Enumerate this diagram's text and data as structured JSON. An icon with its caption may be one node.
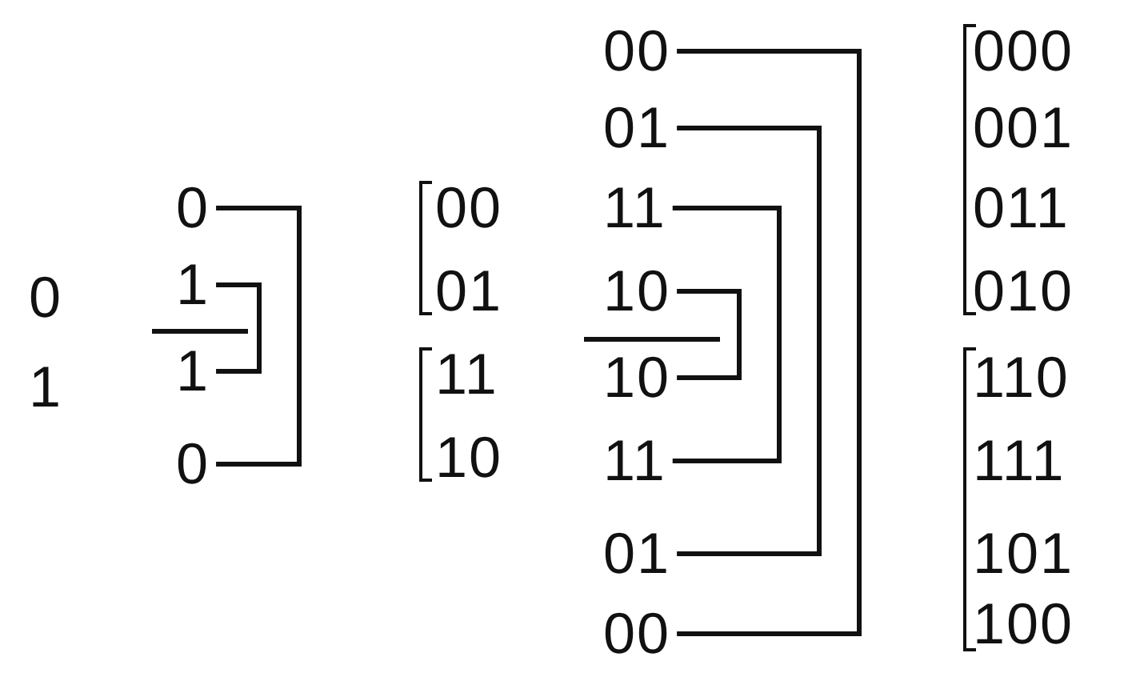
{
  "diagram": {
    "nodes": [
      {
        "text": [
          "0"
        ]
      },
      {
        "text": [
          "1"
        ]
      },
      {
        "text": [
          "1"
        ]
      },
      {
        "text": [
          "0"
        ]
      },
      {
        "text": [
          "00"
        ]
      },
      {
        "text": [
          "01"
        ]
      },
      {
        "text": [
          "11"
        ]
      },
      {
        "text": [
          "10"
        ]
      },
      {
        "text": [
          "10"
        ]
      },
      {
        "text": [
          "11"
        ]
      },
      {
        "text": [
          "01"
        ]
      },
      {
        "text": [
          "00"
        ]
      }
    ],
    "edges": [
      {
        "from": 0,
        "to": 3,
        "arrow": "none"
      },
      {
        "from": 1,
        "to": 2,
        "arrow": "none"
      },
      {
        "from": 4,
        "to": 11,
        "arrow": "none"
      },
      {
        "from": 5,
        "to": 10,
        "arrow": "none"
      },
      {
        "from": 6,
        "to": 9,
        "arrow": "none"
      },
      {
        "from": 7,
        "to": 8,
        "arrow": "none"
      }
    ],
    "labels": [
      "0",
      "1",
      "00",
      "01",
      "11",
      "10",
      "000",
      "001",
      "011",
      "010",
      "110",
      "111",
      "101",
      "100"
    ]
  }
}
